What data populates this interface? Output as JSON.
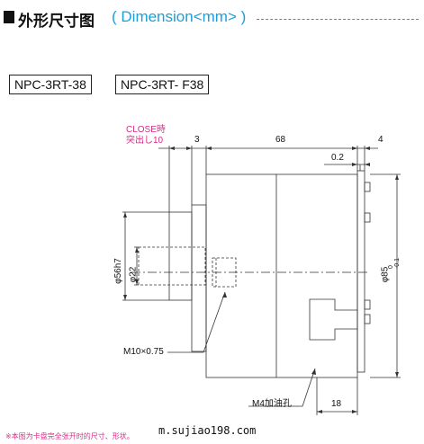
{
  "header": {
    "title": "外形尺寸图",
    "subtitle": "( Dimension<mm> )"
  },
  "models": [
    "NPC-3RT-38",
    "NPC-3RT- F38"
  ],
  "labels": {
    "close_line1": "CLOSE時",
    "close_line2": "突出し10",
    "dim_3": "3",
    "dim_68": "68",
    "dim_4": "4",
    "dim_02": "0.2",
    "dim_56h7": "φ56h7",
    "dim_22": "φ22",
    "dim_85": "φ85",
    "dim_85_tol": "0\n-0.1",
    "thread": "M10×0.75",
    "oil_hole": "M4加油孔",
    "dim_18": "18"
  },
  "footnote": "※本图为卡盘完全张开时的尺寸、形状。",
  "watermark": "m.sujiao198.com",
  "colors": {
    "accent_blue": "#1a9fd8",
    "accent_pink": "#d62d8a"
  }
}
